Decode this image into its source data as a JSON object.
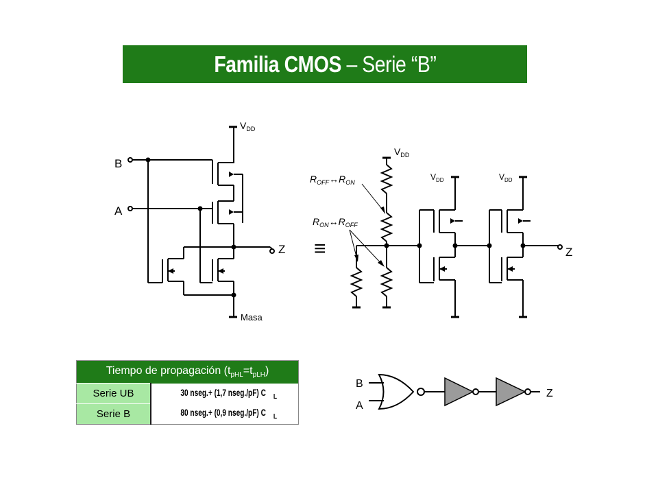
{
  "title": {
    "bold": "Familia CMOS",
    "rest": " – Serie “B”"
  },
  "left_circuit": {
    "vdd_label": "V",
    "vdd_sub": "DD",
    "input_b": "B",
    "input_a": "A",
    "output": "Z",
    "ground_label": "Masa"
  },
  "right_circuit": {
    "equiv_symbol": "≡",
    "vdd_label": "V",
    "vdd_sub": "DD",
    "r1_from": "R",
    "r1_from_sub": "OFF",
    "r1_arrow": "↔",
    "r1_to": "R",
    "r1_to_sub": "ON",
    "r2_from": "R",
    "r2_from_sub": "ON",
    "r2_arrow": "↔",
    "r2_to": "R",
    "r2_to_sub": "OFF",
    "output": "Z"
  },
  "table": {
    "header_pre": "Tiempo de propagación (t",
    "header_sub1": "pHL",
    "header_mid": "=t",
    "header_sub2": "pLH",
    "header_post": ")",
    "rows": [
      {
        "label": "Serie UB",
        "value_pre": "30 nseg.+ (1,7 nseg./pF) C",
        "value_sub": "L"
      },
      {
        "label": "Serie B",
        "value_pre": "80 nseg.+ (0,9 nseg./pF) C",
        "value_sub": "L"
      }
    ]
  },
  "gate_diagram": {
    "input_b": "B",
    "input_a": "A",
    "output": "Z"
  },
  "colors": {
    "title_bg": "#1f7b18",
    "table_header_bg": "#1f7b18",
    "row_label_bg": "#a8e8a3",
    "buffer_fill": "#9b9b9b"
  }
}
